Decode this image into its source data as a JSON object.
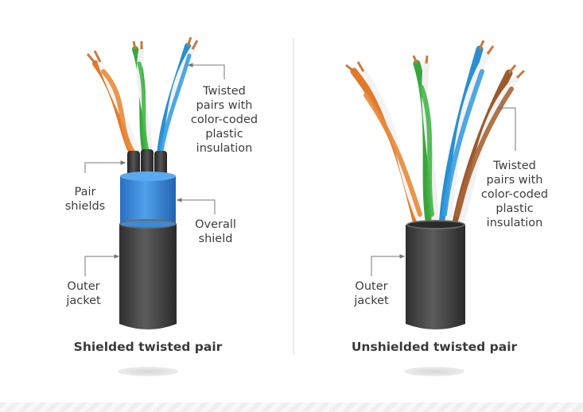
{
  "shielded": {
    "title": "Shielded twisted pair",
    "label_twisted": "Twisted\npairs with\ncolor-coded\nplastic\ninsulation",
    "label_pair_shields": "Pair\nshields",
    "label_overall_shield": "Overall\nshield",
    "label_outer_jacket": "Outer\njacket"
  },
  "unshielded": {
    "title": "Unshielded twisted pair",
    "label_twisted": "Twisted\npairs with\ncolor-coded\nplastic\ninsulation",
    "label_outer_jacket": "Outer\njacket"
  },
  "colors": {
    "orange": "#e07a2a",
    "green": "#3aa53e",
    "blue": "#2a8fd0",
    "brown": "#9b5a2e",
    "copper": "#c9793d",
    "shield_blue": "#3b8ad8",
    "jacket": "#4a4a4a",
    "text": "#3d3d3d"
  }
}
